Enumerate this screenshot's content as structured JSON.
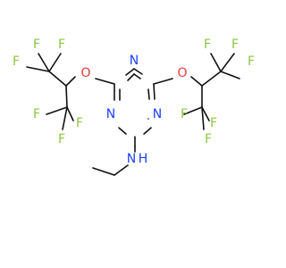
{
  "colors": {
    "bond": "#111111",
    "fluorine": "#8cc63f",
    "oxygen": "#e53935",
    "nitrogen": "#1e40ff",
    "background": "#ffffff"
  },
  "labels": {
    "fluorine": "F",
    "oxygen": "O",
    "nitrogen": "N",
    "amine_hydrogen": "H"
  }
}
